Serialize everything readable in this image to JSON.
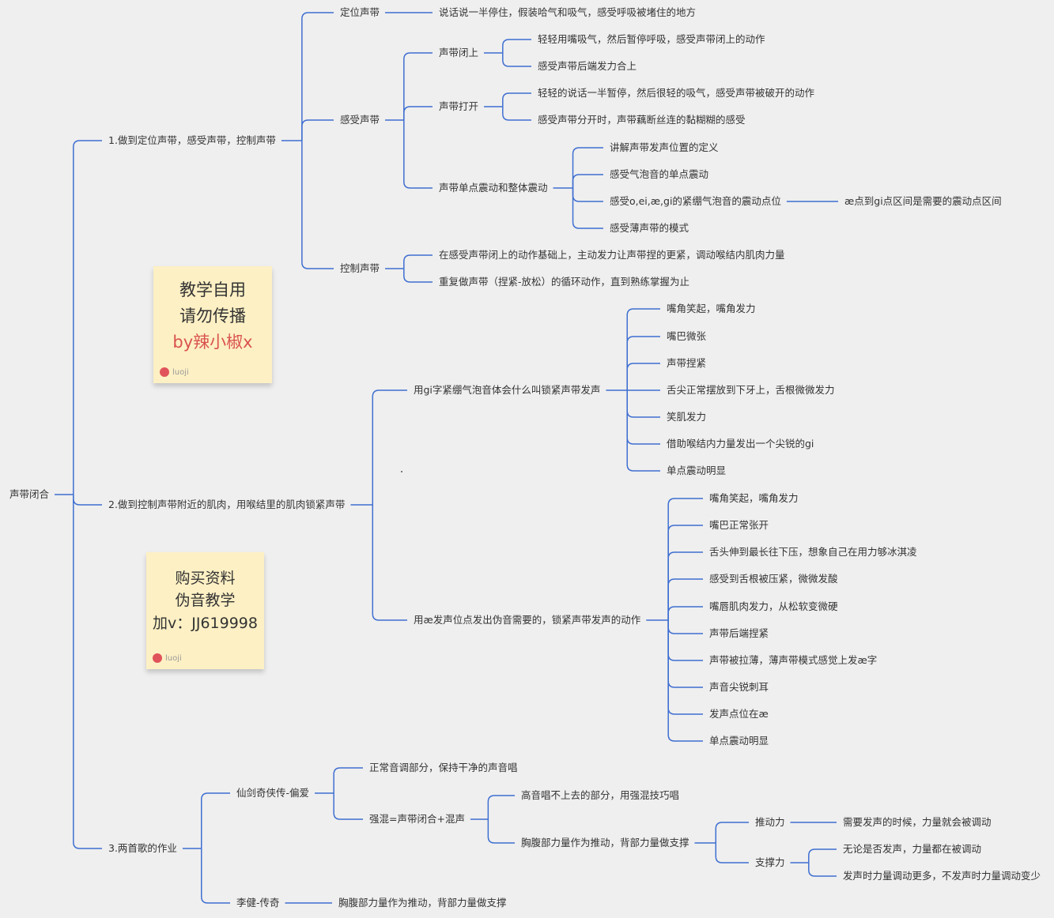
{
  "root": "声带闭合",
  "branches": [
    {
      "label": "1.做到定位声带，感受声带，控制声带",
      "children": [
        {
          "label": "定位声带",
          "children": [
            {
              "label": "说话说一半停住，假装哈气和吸气，感受呼吸被堵住的地方"
            }
          ]
        },
        {
          "label": "感受声带",
          "children": [
            {
              "label": "声带闭上",
              "children": [
                {
                  "label": "轻轻用嘴吸气，然后暂停呼吸，感受声带闭上的动作"
                },
                {
                  "label": "感受声带后端发力合上"
                }
              ]
            },
            {
              "label": "声带打开",
              "children": [
                {
                  "label": "轻轻的说话一半暂停，然后很轻的吸气，感受声带被破开的动作"
                },
                {
                  "label": "感受声带分开时，声带藕断丝连的黏糊糊的感受"
                }
              ]
            },
            {
              "label": "声带单点震动和整体震动",
              "children": [
                {
                  "label": "讲解声带发声位置的定义"
                },
                {
                  "label": "感受气泡音的单点震动"
                },
                {
                  "label": "感受o,ei,æ,gi的紧绷气泡音的震动点位",
                  "children": [
                    {
                      "label": "æ点到gi点区间是需要的震动点区间"
                    }
                  ]
                },
                {
                  "label": "感受薄声带的模式"
                }
              ]
            }
          ]
        },
        {
          "label": "控制声带",
          "children": [
            {
              "label": "在感受声带闭上的动作基础上，主动发力让声带捏的更紧，调动喉结内肌肉力量"
            },
            {
              "label": "重复做声带（捏紧-放松）的循环动作，直到熟练掌握为止"
            }
          ]
        }
      ]
    },
    {
      "label": "2.做到控制声带附近的肌肉，用喉结里的肌肉锁紧声带",
      "children": [
        {
          "label": "用gi字紧绷气泡音体会什么叫锁紧声带发声",
          "children": [
            {
              "label": "嘴角笑起，嘴角发力"
            },
            {
              "label": "嘴巴微张"
            },
            {
              "label": "声带捏紧"
            },
            {
              "label": "舌尖正常摆放到下牙上，舌根微微发力"
            },
            {
              "label": "笑肌发力"
            },
            {
              "label": "借助喉结内力量发出一个尖锐的gi"
            },
            {
              "label": "单点震动明显"
            }
          ]
        },
        {
          "label": "用æ发声位点发出伪音需要的，锁紧声带发声的动作",
          "children": [
            {
              "label": "嘴角笑起，嘴角发力"
            },
            {
              "label": "嘴巴正常张开"
            },
            {
              "label": "舌头伸到最长往下压，想象自己在用力够冰淇凌"
            },
            {
              "label": "感受到舌根被压紧，微微发酸"
            },
            {
              "label": "嘴唇肌肉发力，从松软变微硬"
            },
            {
              "label": "声带后端捏紧"
            },
            {
              "label": "声带被拉薄，薄声带模式感觉上发æ字"
            },
            {
              "label": "声音尖锐刺耳"
            },
            {
              "label": "发声点位在æ"
            },
            {
              "label": "单点震动明显"
            }
          ]
        }
      ]
    },
    {
      "label": "3.两首歌的作业",
      "children": [
        {
          "label": "仙剑奇侠传-偏爱",
          "children": [
            {
              "label": "正常音调部分，保持干净的声音唱"
            },
            {
              "label": "强混=声带闭合+混声",
              "children": [
                {
                  "label": "高音唱不上去的部分，用强混技巧唱"
                },
                {
                  "label": "胸腹部力量作为推动，背部力量做支撑",
                  "children": [
                    {
                      "label": "推动力",
                      "children": [
                        {
                          "label": "需要发声的时候，力量就会被调动"
                        }
                      ]
                    },
                    {
                      "label": "支撑力",
                      "children": [
                        {
                          "label": "无论是否发声，力量都在被调动"
                        },
                        {
                          "label": "发声时力量调动更多，不发声时力量调动变少"
                        }
                      ]
                    }
                  ]
                }
              ]
            }
          ]
        },
        {
          "label": "李健-传奇",
          "children": [
            {
              "label": "胸腹部力量作为推动，背部力量做支撑"
            }
          ]
        }
      ]
    }
  ],
  "stickies": [
    {
      "lines": [
        "教学自用",
        "请勿传播",
        "by辣小椒x"
      ],
      "footer": "luoji"
    },
    {
      "lines": [
        "购买资料",
        "伪音教学",
        "加v：JJ619998"
      ],
      "footer": "luoji"
    }
  ],
  "colors": {
    "line": "#3f6fd1",
    "background": "#efefef",
    "sticky": "#fdf0c4",
    "sticky_accent": "#d9534f"
  }
}
